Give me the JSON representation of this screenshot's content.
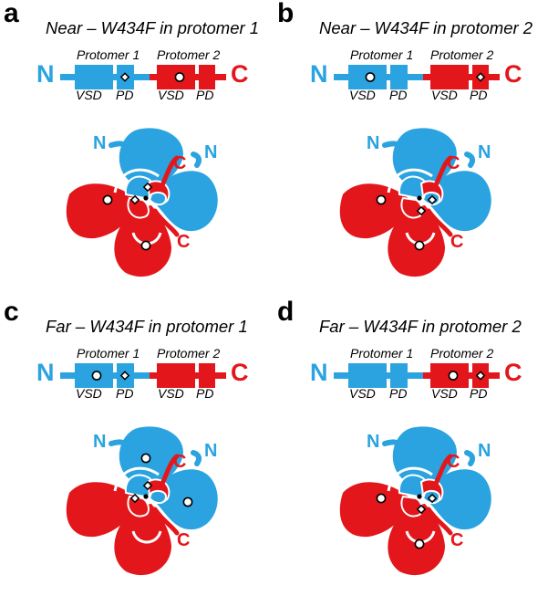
{
  "colors": {
    "protomer1": "#2aa3e0",
    "protomer2": "#e3161b",
    "marker_fill": "#ffffff",
    "marker_stroke": "#000000"
  },
  "labels": {
    "protomer_1": "Protomer 1",
    "protomer_2": "Protomer 2",
    "vsd": "VSD",
    "pd": "PD",
    "n_term": "N",
    "c_term": "C"
  },
  "panels": [
    {
      "letter": "a",
      "title": "Near – W434F in protomer 1",
      "circle_domain": "VSD2",
      "diamond_domain": "PD1",
      "variant": "near",
      "top_marks": "diamond",
      "bottom_marks": "circle"
    },
    {
      "letter": "b",
      "title": "Near – W434F in protomer 2",
      "circle_domain": "VSD1",
      "diamond_domain": "PD2",
      "variant": "near",
      "top_marks": "circle",
      "bottom_marks": "diamond"
    },
    {
      "letter": "c",
      "title": "Far – W434F in protomer 1",
      "circle_domain": "VSD1",
      "diamond_domain": "PD1",
      "variant": "far",
      "top_marks": "both",
      "bottom_marks": "none"
    },
    {
      "letter": "d",
      "title": "Far – W434F in protomer 2",
      "circle_domain": "VSD2",
      "diamond_domain": "PD2",
      "variant": "far",
      "top_marks": "none",
      "bottom_marks": "both"
    }
  ]
}
